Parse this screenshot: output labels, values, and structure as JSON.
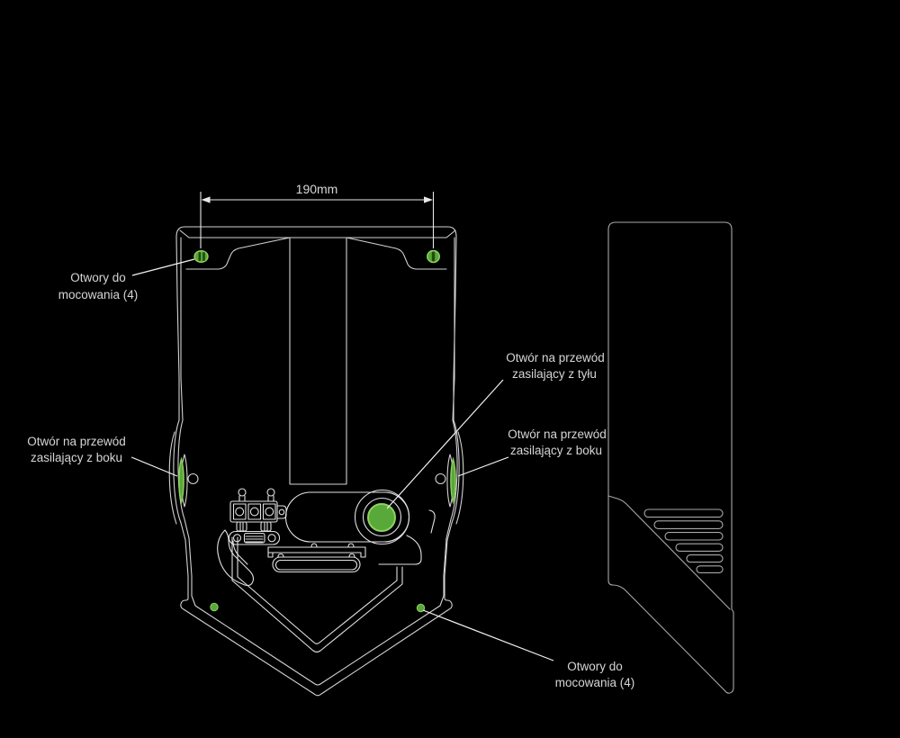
{
  "dimension": {
    "value": "190mm"
  },
  "labels": {
    "mount_top": {
      "line1": "Otwory do",
      "line2": "mocowania (4)"
    },
    "side_left": {
      "line1": "Otwór na przewód",
      "line2": "zasilający z boku"
    },
    "rear": {
      "line1": "Otwór na przewód",
      "line2": "zasilający z tyłu"
    },
    "side_right": {
      "line1": "Otwór na przewód",
      "line2": "zasilający z boku"
    },
    "mount_bottom": {
      "line1": "Otwory do",
      "line2": "mocowania (4)"
    }
  },
  "icons": {
    "mounting_hole": "green-oval-keyhole",
    "side_cable_hole": "green-vertical-slot",
    "rear_cable_hole": "green-filled-circle",
    "bottom_mounting_hole": "green-dot"
  },
  "colors": {
    "background": "#000000",
    "line_front": "#d2d2d2",
    "line_inner": "#e2e2e2",
    "line_side": "#a8a8a8",
    "leader": "#f2f2f2",
    "text": "#d6d6d6",
    "hole_green": "#58a83a",
    "hole_green_rim": "#8fd05f",
    "hole_slot_dark": "#234a0e"
  }
}
